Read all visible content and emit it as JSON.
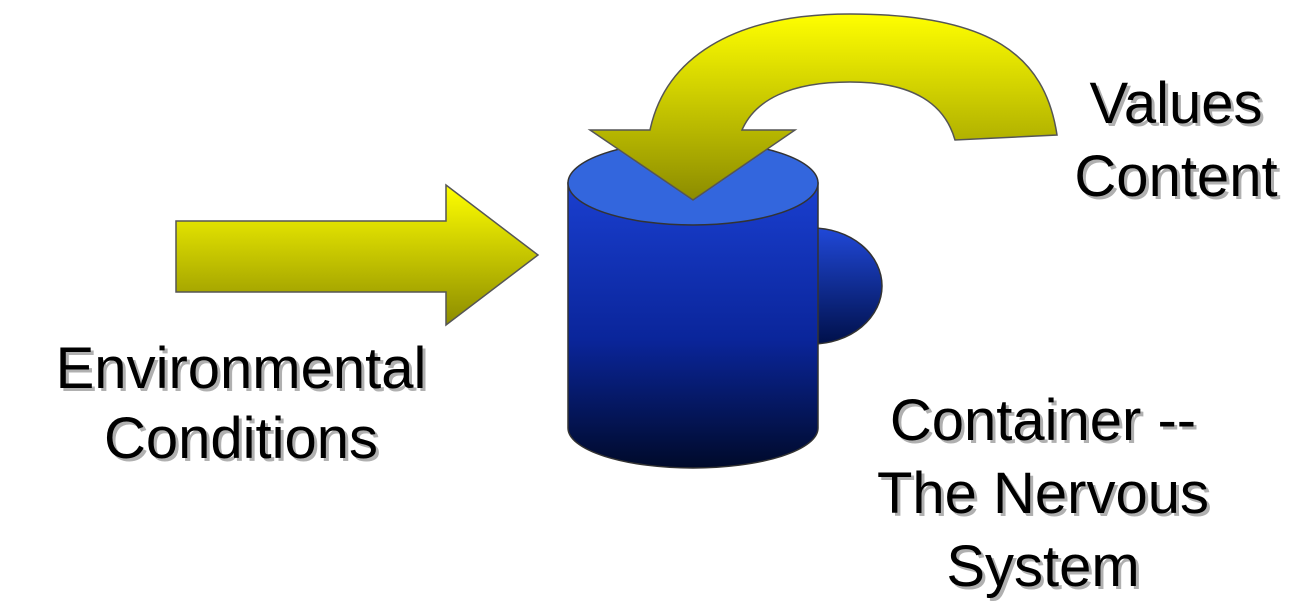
{
  "labels": {
    "environment": [
      "Environmental",
      "Conditions"
    ],
    "values": [
      "Values",
      "Content"
    ],
    "container": [
      "Container --",
      "The Nervous",
      "System"
    ]
  },
  "colors": {
    "arrow_light": "#ffff00",
    "arrow_dark": "#8c8c00",
    "mug_top": "#3366dd",
    "mug_light": "#1a3fcc",
    "mug_dark": "#000a2a",
    "outline": "#333333",
    "text": "#000000"
  },
  "icons": {
    "input_arrow": "right-arrow-icon",
    "feedback_arrow": "curved-down-arrow-icon",
    "container": "mug-icon"
  }
}
